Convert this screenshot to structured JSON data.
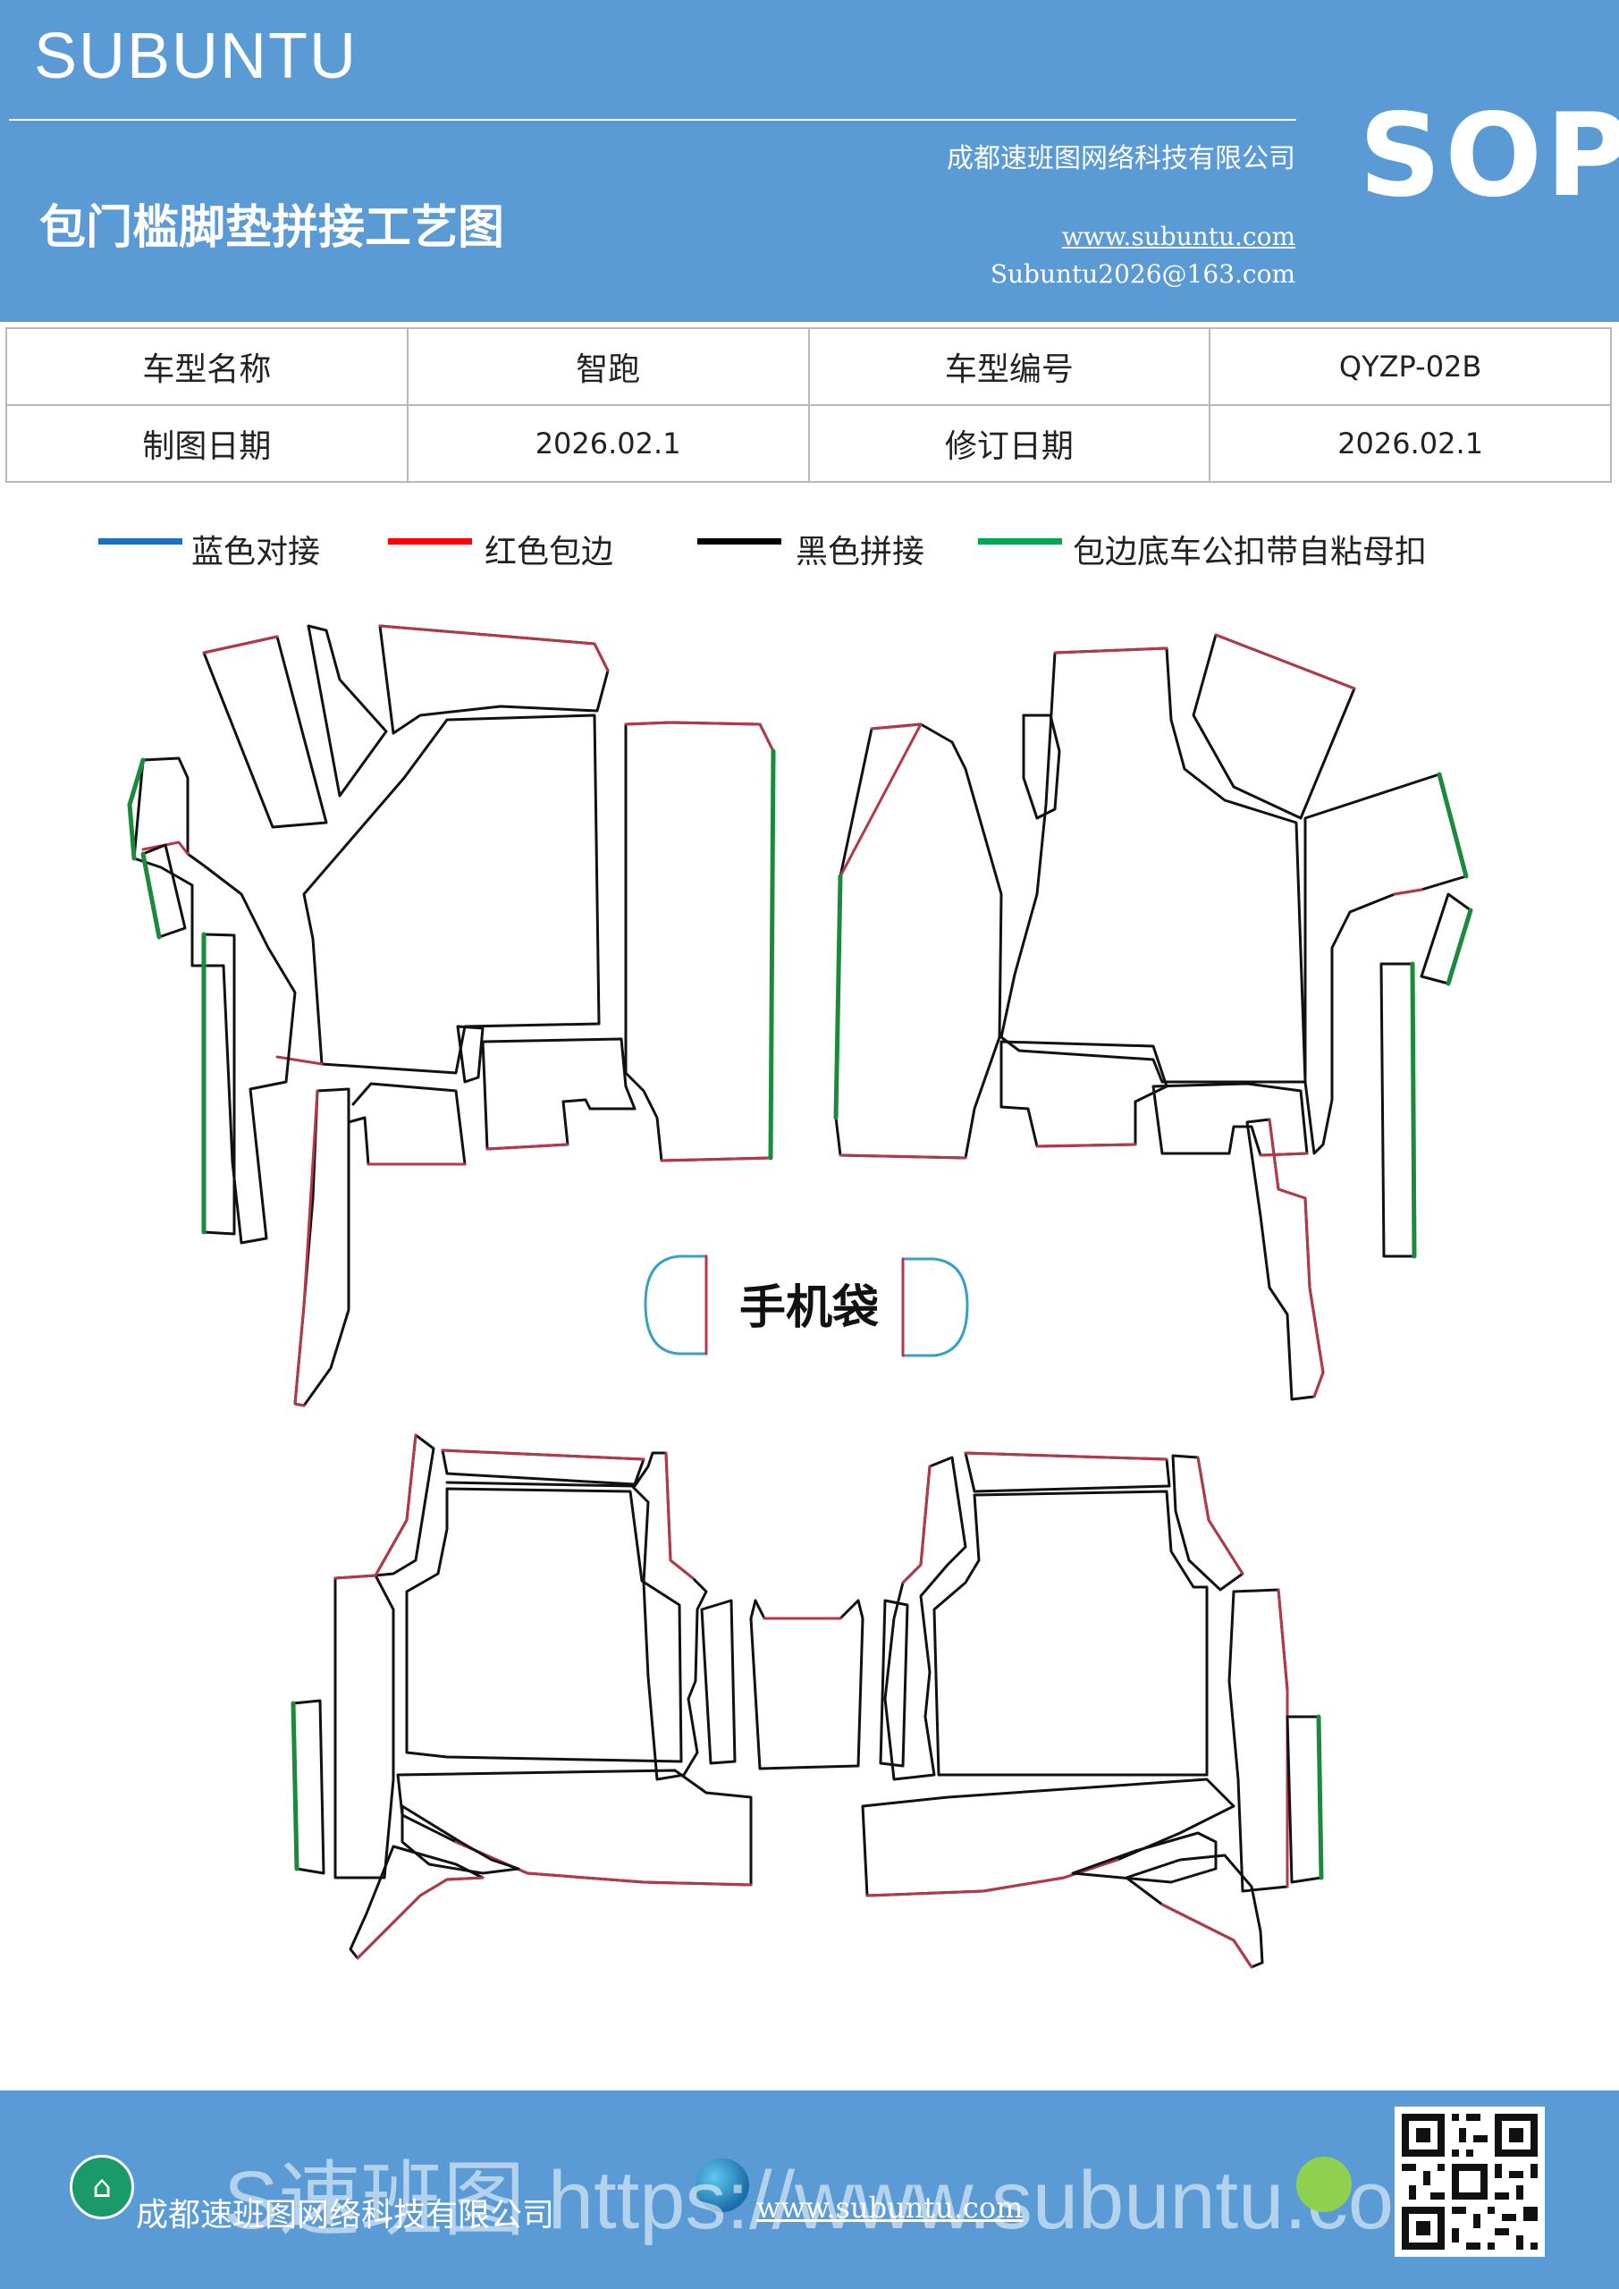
{
  "header": {
    "brand": "SUBUNTU",
    "title": "包门槛脚垫拼接工艺图",
    "company": "成都速班图网络科技有限公司",
    "website": "www.subuntu.com",
    "email": "Subuntu2026@163.com",
    "badge": "SOP"
  },
  "info_table": {
    "rows": [
      {
        "label1": "车型名称",
        "value1": "智跑",
        "label2": "车型编号",
        "value2": "QYZP-02B"
      },
      {
        "label1": "制图日期",
        "value1": "2026.02.1",
        "label2": "修订日期",
        "value2": "2026.02.1"
      }
    ]
  },
  "legend": [
    {
      "label": "蓝色对接",
      "color": "#1f6fbf"
    },
    {
      "label": "红色包边",
      "color": "#ff0000"
    },
    {
      "label": "黑色拼接",
      "color": "#000000"
    },
    {
      "label": "包边底车公扣带自粘母扣",
      "color": "#00a651"
    }
  ],
  "drawing": {
    "center_label": "手机袋",
    "colors": {
      "trim": "#b23a48",
      "seam": "#111111",
      "hook": "#1a8a3c",
      "butt": "#3b9fc4"
    }
  },
  "footer": {
    "company": "成都速班图网络科技有限公司",
    "website": "www.subuntu.com",
    "overlay": "S速班图 https://www.subuntu.com"
  }
}
